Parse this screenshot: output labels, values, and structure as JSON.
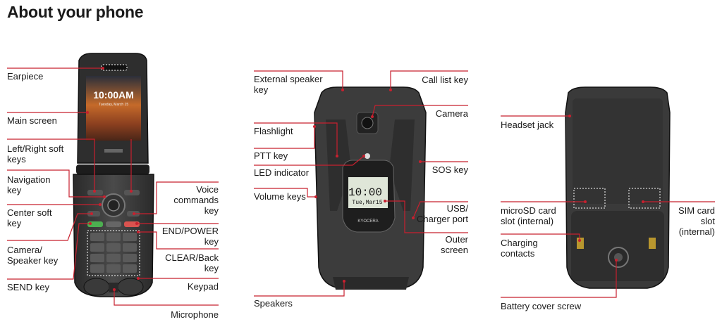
{
  "title": "About your phone",
  "colors": {
    "leader": "#c8202f",
    "text": "#1a1a1a"
  },
  "open_phone": {
    "screen_time": "10:00AM",
    "screen_date": "Tuesday, March 15",
    "labels": {
      "earpiece": "Earpiece",
      "main_screen": "Main screen",
      "soft_keys": "Left/Right soft\nkeys",
      "navigation_key": "Navigation\nkey",
      "center_soft_key": "Center soft\nkey",
      "camera_speaker_key": "Camera/\nSpeaker key",
      "send_key": "SEND key",
      "voice_commands_key": "Voice\ncommands\nkey",
      "end_power_key": "END/POWER\nkey",
      "clear_back_key": "CLEAR/Back\nkey",
      "keypad": "Keypad",
      "microphone": "Microphone"
    }
  },
  "closed_phone": {
    "outer_time": "10:00",
    "outer_date": "Tue,Mar15",
    "brand": "KYOCERA",
    "labels": {
      "external_speaker_key": "External speaker\nkey",
      "flashlight": "Flashlight",
      "ptt_key": "PTT key",
      "led_indicator": "LED indicator",
      "volume_keys": "Volume keys",
      "speakers": "Speakers",
      "call_list_key": "Call list key",
      "camera": "Camera",
      "sos_key": "SOS key",
      "usb_charger_port": "USB/\nCharger port",
      "outer_screen": "Outer\nscreen"
    }
  },
  "back_phone": {
    "labels": {
      "headset_jack": "Headset jack",
      "microsd_slot": "microSD card\nslot (internal)",
      "charging_contacts": "Charging\ncontacts",
      "battery_cover_screw": "Battery cover screw",
      "sim_slot": "SIM card\nslot\n(internal)"
    }
  }
}
